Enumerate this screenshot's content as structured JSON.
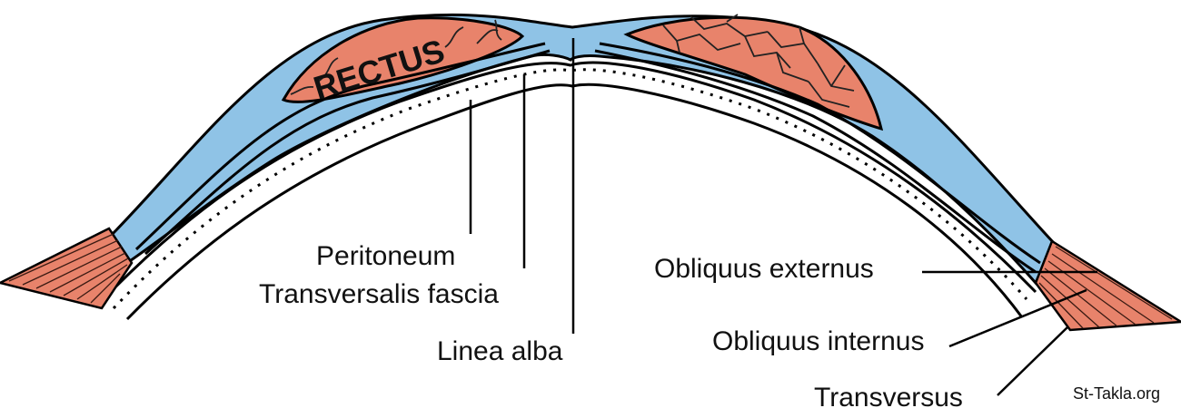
{
  "diagram": {
    "muscle_label": "RECTUS",
    "labels": {
      "peritoneum": "Peritoneum",
      "transversalis_fascia": "Transversalis fascia",
      "linea_alba": "Linea alba",
      "obliquus_externus": "Obliquus externus",
      "obliquus_internus": "Obliquus internus",
      "transversus": "Transversus"
    },
    "watermark": "St-Takla.org",
    "colors": {
      "aponeurosis": "#8fc3e6",
      "muscle": "#e8836b",
      "outline": "#000000",
      "background": "#ffffff"
    }
  }
}
